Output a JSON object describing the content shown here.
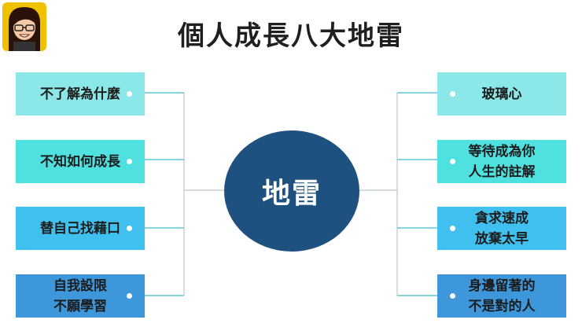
{
  "title": "個人成長八大地雷",
  "center": "地雷",
  "left_items": [
    {
      "lines": [
        "不了解為什麼"
      ],
      "color": "#8ce8e8"
    },
    {
      "lines": [
        "不知如何成長"
      ],
      "color": "#4fe0e0"
    },
    {
      "lines": [
        "替自己找藉口"
      ],
      "color": "#40c0ee"
    },
    {
      "lines": [
        "自我設限",
        "不願學習"
      ],
      "color": "#3d97da"
    }
  ],
  "right_items": [
    {
      "lines": [
        "玻璃心"
      ],
      "color": "#8ce8e8"
    },
    {
      "lines": [
        "等待成為你",
        "人生的註解"
      ],
      "color": "#4fe0e0"
    },
    {
      "lines": [
        "貪求速成",
        "放棄太早"
      ],
      "color": "#40c0ee"
    },
    {
      "lines": [
        "身邊留著的",
        "不是對的人"
      ],
      "color": "#3d97da"
    }
  ],
  "colors": {
    "center": "#1e5180",
    "connector": "#c8cdd3",
    "accent_line": "#5ac8d8"
  }
}
